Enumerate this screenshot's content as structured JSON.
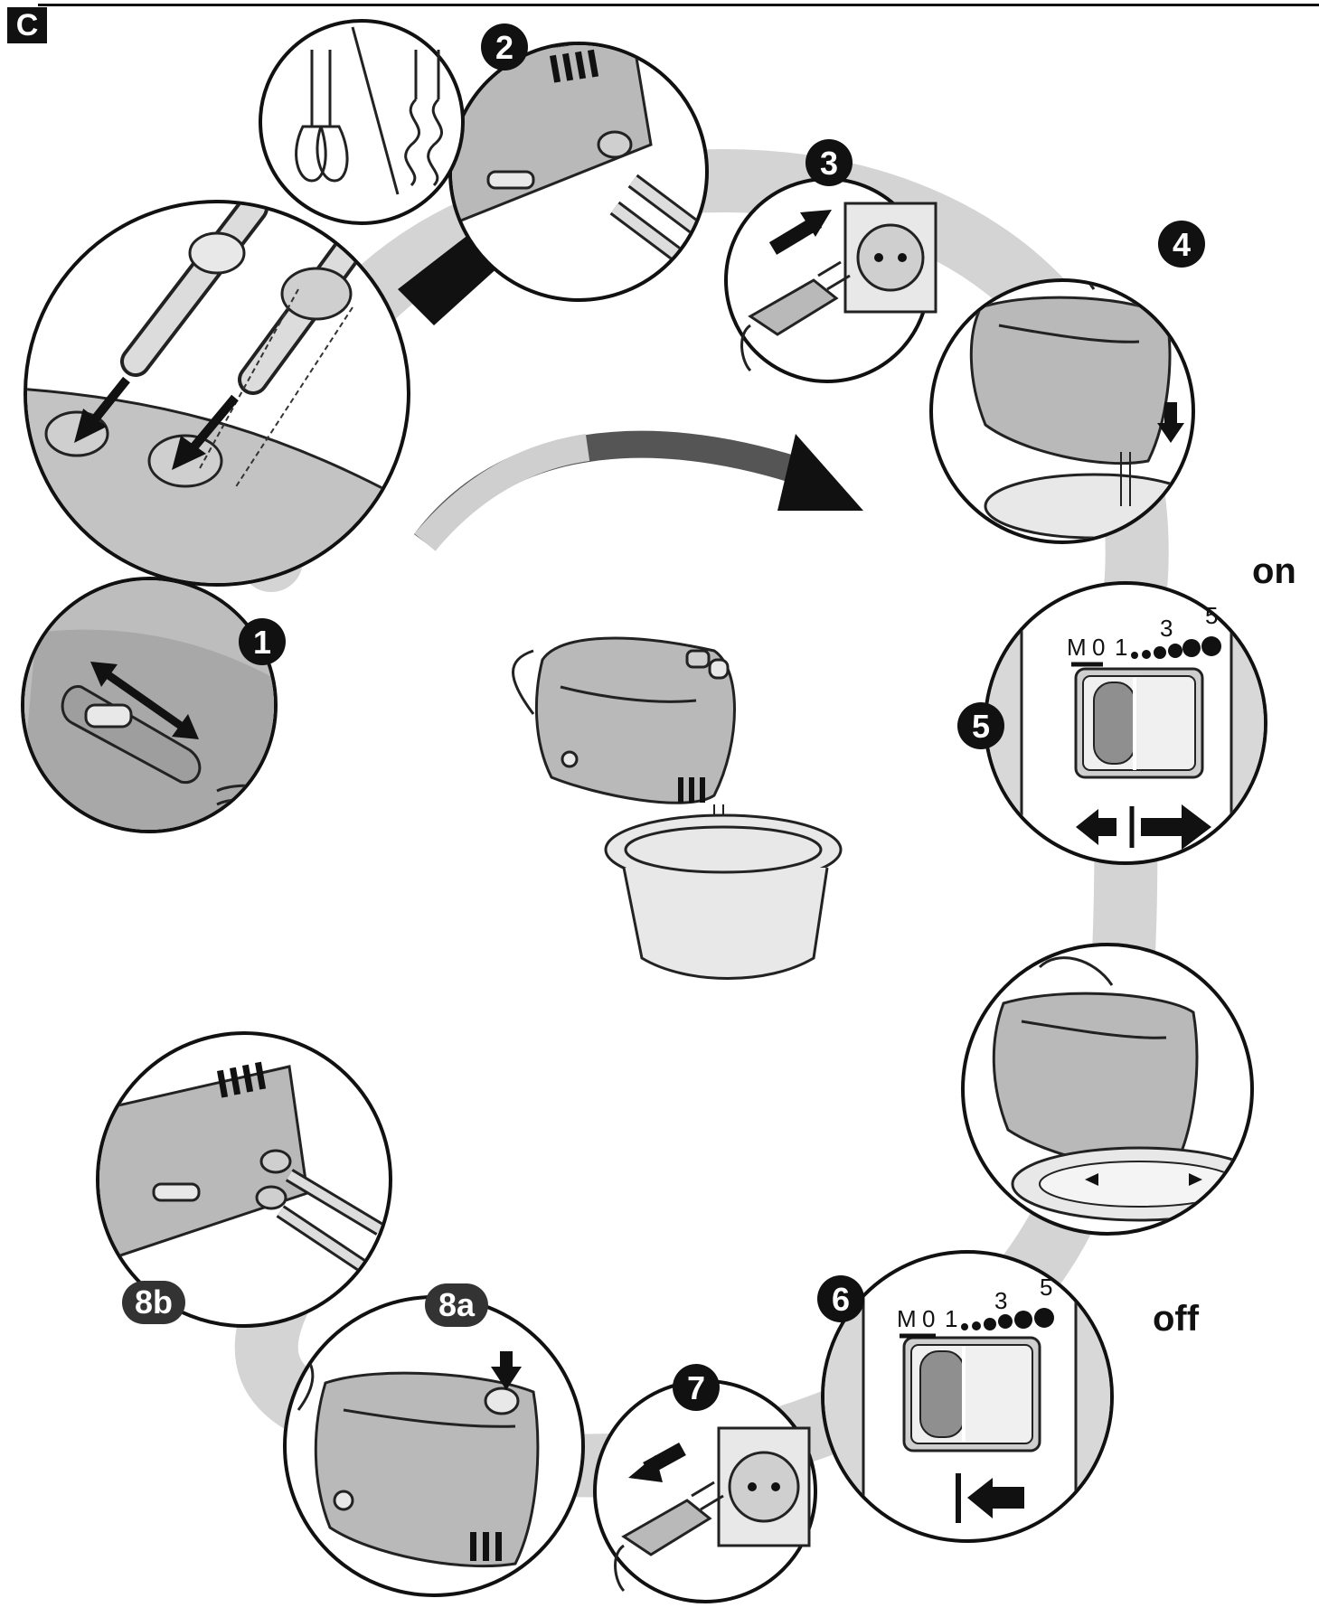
{
  "section_label": "C",
  "steps": {
    "s1": "1",
    "s2": "2",
    "s3": "3",
    "s4": "4",
    "s5": "5",
    "s6": "6",
    "s7": "7",
    "s8a": "8a",
    "s8b": "8b"
  },
  "switch_on": {
    "state_label": "on",
    "scale": {
      "m": "M",
      "zero": "0",
      "one": "1",
      "three": "3",
      "five": "5"
    }
  },
  "switch_off": {
    "state_label": "off",
    "scale": {
      "m": "M",
      "zero": "0",
      "one": "1",
      "three": "3",
      "five": "5"
    }
  },
  "icons": [
    "beater-icon",
    "dough-hook-icon",
    "wall-socket-icon",
    "plug-icon",
    "hand-mixer-icon",
    "bowl-icon",
    "arrow-icon",
    "eject-button-icon"
  ],
  "colors": {
    "ink": "#111111",
    "shade": "#b9b9b9",
    "background_band": "#d4d4d4"
  }
}
